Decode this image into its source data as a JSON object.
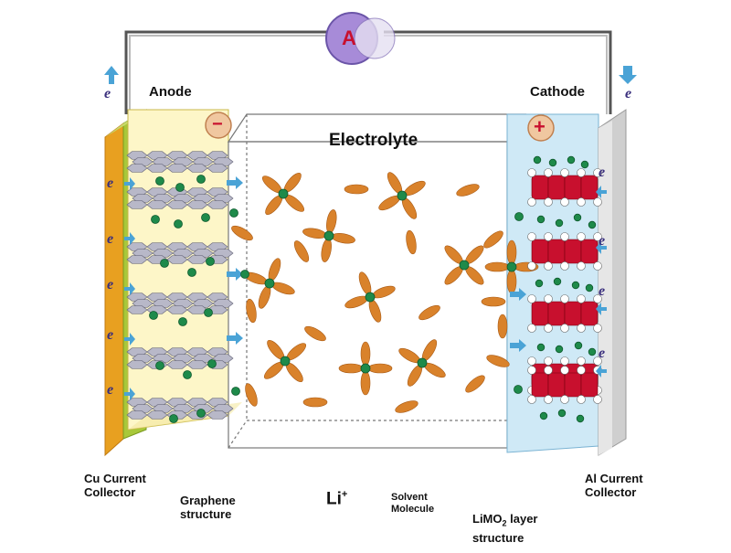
{
  "ammeter": {
    "label": "A"
  },
  "anode": {
    "title": "Anode",
    "sign": "−"
  },
  "cathode": {
    "title": "Cathode",
    "sign": "+"
  },
  "electrolyte": {
    "title": "Electrolyte"
  },
  "electron": {
    "symbol": "e"
  },
  "legend": {
    "cu_collector": [
      "Cu Current",
      "Collector"
    ],
    "graphene": [
      "Graphene",
      "structure"
    ],
    "li_ion": {
      "base": "Li",
      "sup": "+"
    },
    "solvent": [
      "Solvent",
      "Molecule"
    ],
    "limo2": {
      "line1_base": "LiMO",
      "line1_sub": "2",
      "line1_rest": " layer",
      "line2": "structure"
    },
    "al_collector": [
      "Al Current",
      "Collector"
    ]
  },
  "colors": {
    "cu": "#e8a020",
    "anode_fill": "#fdf6c8",
    "cathode_fill": "#cfe9f6",
    "al": "#cfcfcf",
    "li": "#1e8a4a",
    "solvent": "#d9822b",
    "limo2_red": "#c8102e",
    "graphene": "#b8b8c8",
    "ammeter": "#a78bd8",
    "arrow": "#4aa3d6"
  }
}
